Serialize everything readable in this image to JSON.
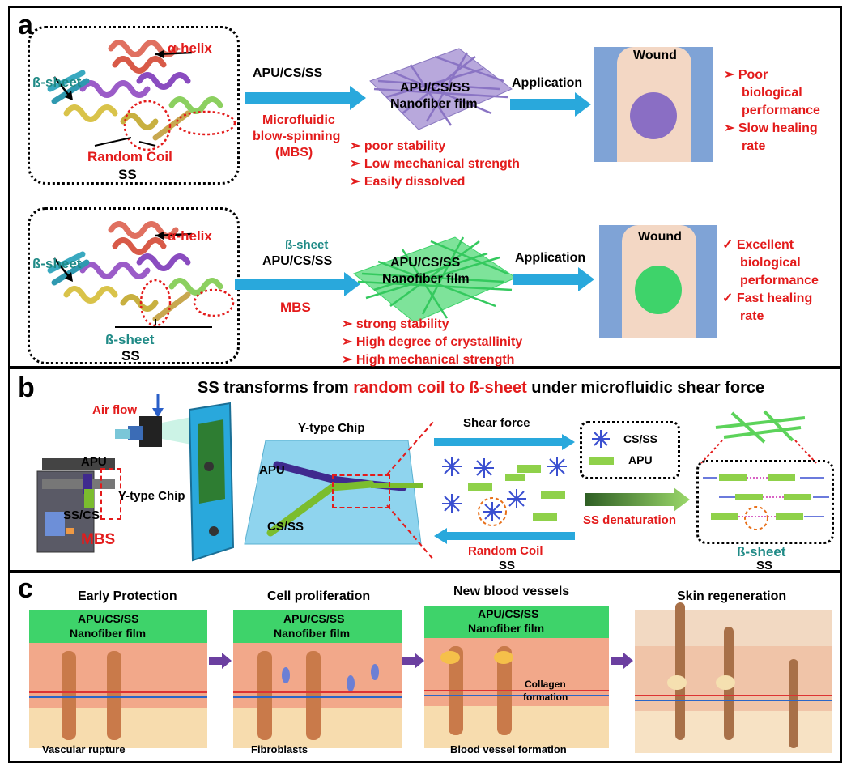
{
  "panel_a": {
    "label": "a",
    "row1": {
      "helix": "α-helix",
      "sheet": "ß-sheet",
      "coil": "Random Coil",
      "protein": "SS",
      "process_top": "APU/CS/SS",
      "process_bottom": [
        "Microfluidic",
        "blow-spinning",
        "(MBS)"
      ],
      "film": [
        "APU/CS/SS",
        "Nanofiber film"
      ],
      "film_props": [
        "poor stability",
        "Low mechanical strength",
        "Easily dissolved"
      ],
      "application": "Application",
      "wound": "Wound",
      "outcomes": [
        "Poor",
        "biological",
        "performance",
        "Slow healing",
        "rate"
      ]
    },
    "row2": {
      "helix": "α-helix",
      "sheet_left": "ß-sheet",
      "sheet_bottom": "ß-sheet",
      "protein": "SS",
      "process_top1": "ß-sheet",
      "process_top2": "APU/CS/SS",
      "process_bottom": "MBS",
      "film": [
        "APU/CS/SS",
        "Nanofiber film"
      ],
      "film_props": [
        "strong stability",
        " High degree of crystallinity",
        "High mechanical strength"
      ],
      "application": "Application",
      "wound": "Wound",
      "outcomes": [
        "Excellent",
        "biological",
        "performance",
        "Fast healing",
        "rate"
      ]
    }
  },
  "panel_b": {
    "label": "b",
    "title_pre": "SS transforms from ",
    "title_red": "random coil to ß-sheet",
    "title_post": " under microfluidic shear force",
    "air_flow": "Air flow",
    "apu": "APU",
    "sscs": "SS/CS",
    "ytype_small": "Y-type Chip",
    "mbs": "MBS",
    "ytype_chip": "Y-type Chip",
    "chip_apu": "APU",
    "chip_csss": "CS/SS",
    "shear_force": "Shear force",
    "legend_csss": "CS/SS",
    "legend_apu": "APU",
    "denaturation": "SS denaturation",
    "random_coil": "Random Coil",
    "ss_left": "SS",
    "beta_sheet": "ß-sheet",
    "ss_right": "SS"
  },
  "panel_c": {
    "label": "c",
    "stages": [
      "Early Protection",
      "Cell proliferation",
      "New blood vessels",
      "Skin regeneration"
    ],
    "film": [
      "APU/CS/SS",
      "Nanofiber film"
    ],
    "annotations": {
      "vascular": "Vascular rupture",
      "fibroblasts": "Fibroblasts",
      "collagen": [
        "Collagen",
        "formation"
      ],
      "vessel": "Blood vessel formation"
    }
  },
  "colors": {
    "red": "#e31b1b",
    "teal": "#1f8a86",
    "arrow_blue": "#29a8dc",
    "film_purple": "#9b87c6",
    "film_green": "#3ed36a",
    "skin": "#f2a88a",
    "arrow_purple": "#6b3fa0"
  }
}
